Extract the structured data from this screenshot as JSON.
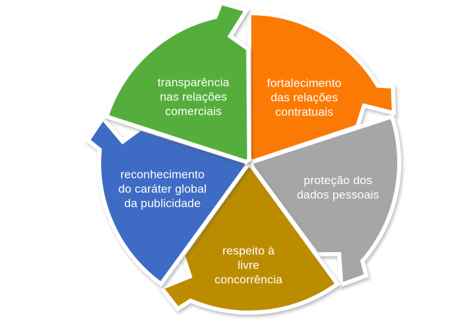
{
  "diagram": {
    "type": "segmented-cycle",
    "direction": "clockwise",
    "background_color": "#ffffff",
    "divider_color": "#ffffff",
    "label_text_color": "#ffffff",
    "segments": [
      {
        "id": "fortalecimento",
        "color": "#fb7a04",
        "lines": [
          "fortalecimento",
          "das relações",
          "contratuais"
        ]
      },
      {
        "id": "protecao-dados",
        "color": "#a6a6a6",
        "lines": [
          "proteção dos",
          "dados pessoais"
        ]
      },
      {
        "id": "respeito-concorrencia",
        "color": "#bc8c00",
        "lines": [
          "respeito à",
          "livre",
          "concorrência"
        ]
      },
      {
        "id": "reconhecimento-publicidade",
        "color": "#3e6bc4",
        "lines": [
          "reconhecimento",
          "do caráter global",
          "da publicidade"
        ]
      },
      {
        "id": "transparencia",
        "color": "#55ae3c",
        "lines": [
          "transparência",
          "nas relações",
          "comerciais"
        ]
      }
    ]
  }
}
